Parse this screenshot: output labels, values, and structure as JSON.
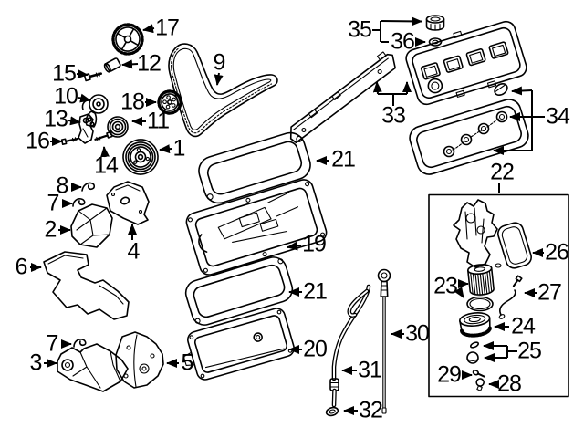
{
  "figure": {
    "type": "exploded-parts-diagram",
    "subject": "engine timing, covers, oil pan and oil filter components",
    "background_color": "#ffffff",
    "line_color": "#000000"
  },
  "callouts": [
    "17",
    "12",
    "15",
    "10",
    "18",
    "13",
    "11",
    "16",
    "14",
    "1",
    "9",
    "8",
    "7",
    "2",
    "4",
    "6",
    "7",
    "3",
    "5",
    "21",
    "19",
    "21",
    "20",
    "35",
    "36",
    "33",
    "34",
    "22",
    "26",
    "23",
    "27",
    "24",
    "25",
    "29",
    "28",
    "30",
    "31",
    "32"
  ]
}
